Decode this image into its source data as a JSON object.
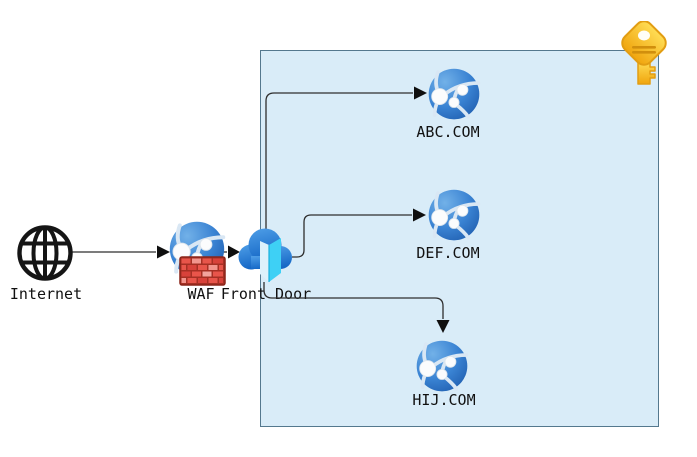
{
  "diagram": {
    "nodes": [
      {
        "id": "internet",
        "label": "Internet",
        "icon": "internet-globe-icon"
      },
      {
        "id": "waf",
        "label": "WAF",
        "icon": "waf-firewall-globe-icon"
      },
      {
        "id": "front_door",
        "label": "Front Door",
        "icon": "front-door-cloud-icon"
      },
      {
        "id": "abc",
        "label": "ABC.COM",
        "icon": "web-app-globe-icon"
      },
      {
        "id": "def",
        "label": "DEF.COM",
        "icon": "web-app-globe-icon"
      },
      {
        "id": "hij",
        "label": "HIJ.COM",
        "icon": "web-app-globe-icon"
      }
    ],
    "edges": [
      {
        "from": "internet",
        "to": "waf"
      },
      {
        "from": "waf",
        "to": "front_door"
      },
      {
        "from": "front_door",
        "to": "abc"
      },
      {
        "from": "front_door",
        "to": "def"
      },
      {
        "from": "front_door",
        "to": "hij"
      }
    ],
    "boundary": {
      "icon": "key-icon",
      "fill": "#d9ecf8",
      "stroke": "#54788e"
    },
    "colors": {
      "connector": "#2e2e2e",
      "arrowhead": "#0f0f0f",
      "globe_blue": "#3a83d3",
      "globe_highlight": "#72b1e8",
      "globe_dark": "#1e5cad",
      "door_cyan": "#3ed0f5",
      "firewall_brick": "#e8554a",
      "firewall_mortar": "#a63024",
      "key_gold": "#f0a50e",
      "internet_stroke": "#151515",
      "label_color": "#111111"
    }
  }
}
